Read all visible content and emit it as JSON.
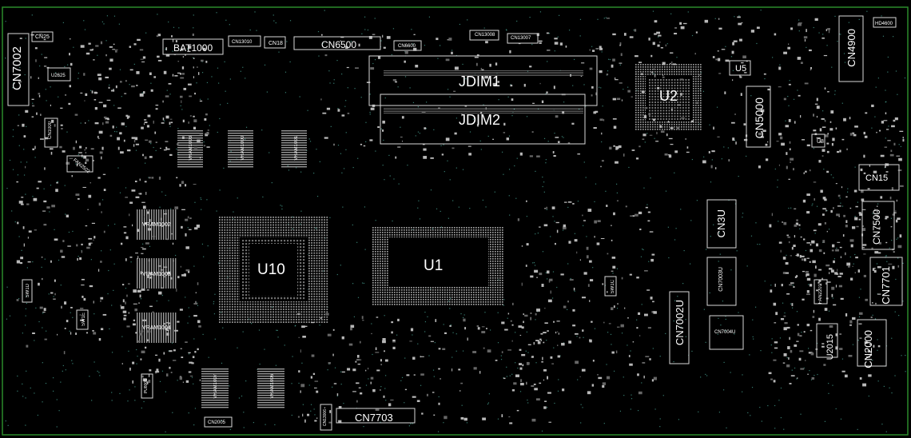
{
  "colors": {
    "background": "#000000",
    "outline": "#2a8a2a",
    "silk": "#d8d8d8",
    "pad": "#bdbdbd",
    "via": "#4fb0a0",
    "label": "#ffffff"
  },
  "labels": {
    "cn7002": "CN7002",
    "cn25": "CN25",
    "u2625": "U2625",
    "cn1000": "CN1000",
    "fan2502": "FAN2502",
    "bat1000": "BAT1000",
    "cn13010": "CN13010",
    "cn18": "CN18",
    "cn6500": "CN6500",
    "cn6600": "CN6600",
    "cn13008": "CN13008",
    "cn13007": "CN13007",
    "jdim1": "JDIM1",
    "jdim2": "JDIM2",
    "u2": "U2",
    "u5": "U5",
    "cn5000": "CN5000",
    "u8": "U8",
    "cn4900": "CN4900",
    "hd4600": "HD4600",
    "cn15": "CN15",
    "cn7500": "CN7500",
    "cn3u": "CN3U",
    "cn7003u": "CN7003U",
    "sw1c": "SW1C",
    "cn7002u": "CN7002U",
    "cn7004u": "CN7004U",
    "fan2201": "FAN2201",
    "cn7701": "CN7701",
    "u2015": "U2015",
    "cn2000": "CN2000",
    "vram1003": "VRAM1003",
    "vram1000": "VRAM1000",
    "vram1001": "VRAM1001",
    "vram1002": "VRAM1002",
    "vram1005": "VRAM1005",
    "vram1004": "VRAM1004",
    "vram1007": "VRAM1007",
    "vram1006": "VRAM1006",
    "u10": "U10",
    "u1": "U1",
    "sw1d": "SW1D",
    "sw1e": "SW1E",
    "cn7703": "CN7703",
    "cn2005": "CN2005",
    "cn13006": "CN13006",
    "pu8001": "PU8001"
  }
}
